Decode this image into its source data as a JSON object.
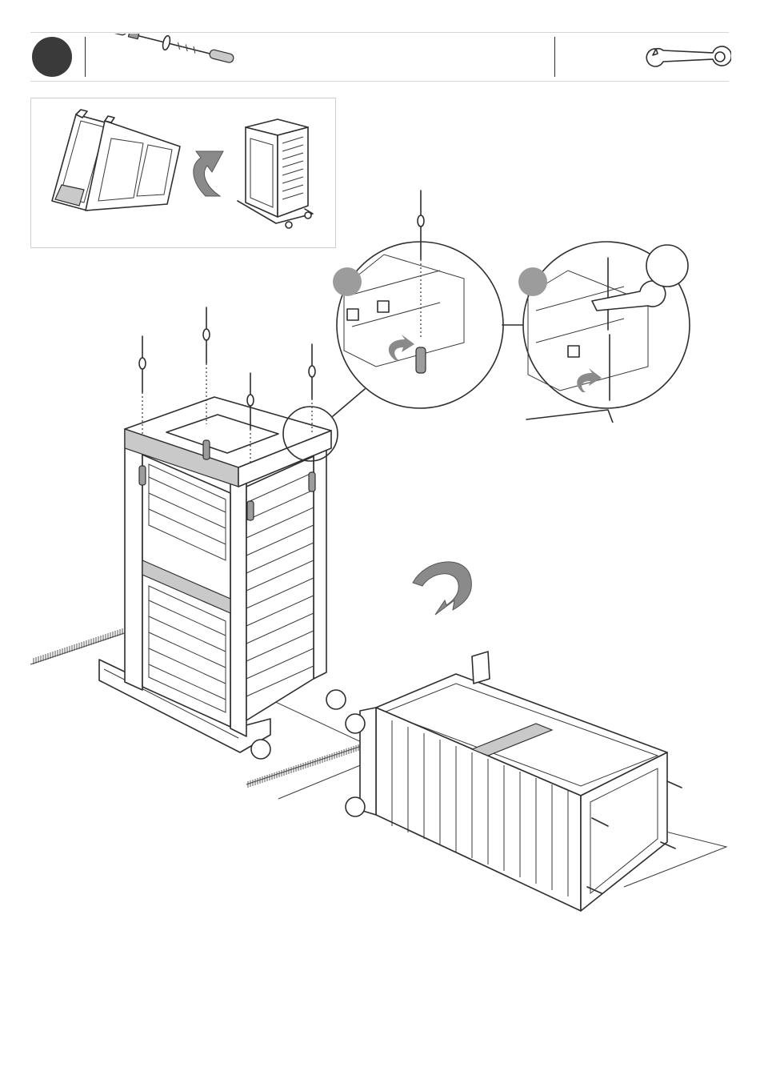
{
  "step": {
    "number": ""
  },
  "header": {
    "parts_icon": "bolt-with-two-dowels",
    "tools": [
      {
        "name": "hex-key-icon"
      },
      {
        "name": "wrench-icon"
      }
    ]
  },
  "inset": {
    "icons": [
      "flip-arrow-icon"
    ]
  },
  "details": [
    {
      "name": "detail-a",
      "badge": ""
    },
    {
      "name": "detail-b",
      "badge": ""
    }
  ],
  "colors": {
    "step_circle": "#3a3a3a",
    "part_gray": "#9c9c9c",
    "line": "#2e2e2e",
    "rule": "#d6d6d6"
  }
}
